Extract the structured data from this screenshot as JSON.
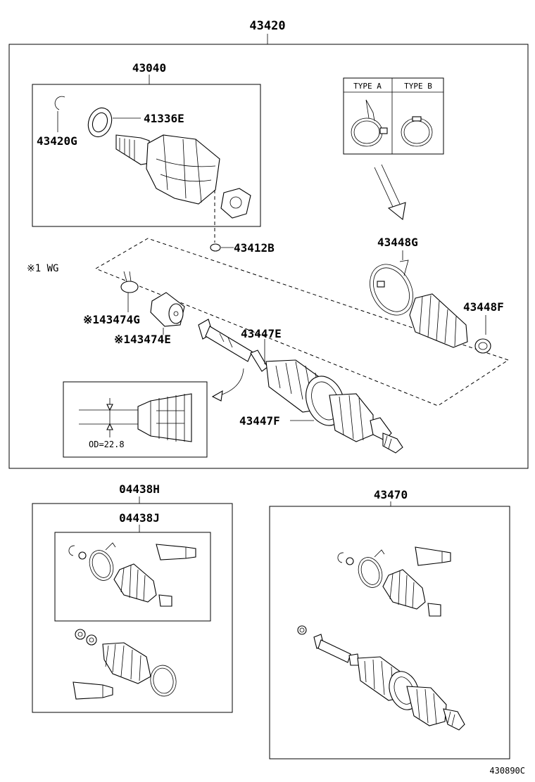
{
  "labels": {
    "assembly": "43420",
    "inboard_joint": "43040",
    "snap_ring": "43420G",
    "seal_ring": "41336E",
    "clip": "43412B",
    "wg_note": "※1 WG",
    "damper_clamp": "※143474G",
    "damper": "※143474E",
    "inboard_boot": "43447E",
    "outboard_boot": "43447F",
    "boot_band_large": "43448G",
    "boot_band_small": "43448F",
    "type_a": "TYPE A",
    "type_b": "TYPE B",
    "od_note": "OD=22.8",
    "boot_kit_outer": "04438H",
    "boot_kit_inner": "04438J",
    "shaft_assy": "43470",
    "figure_code": "430890C"
  }
}
